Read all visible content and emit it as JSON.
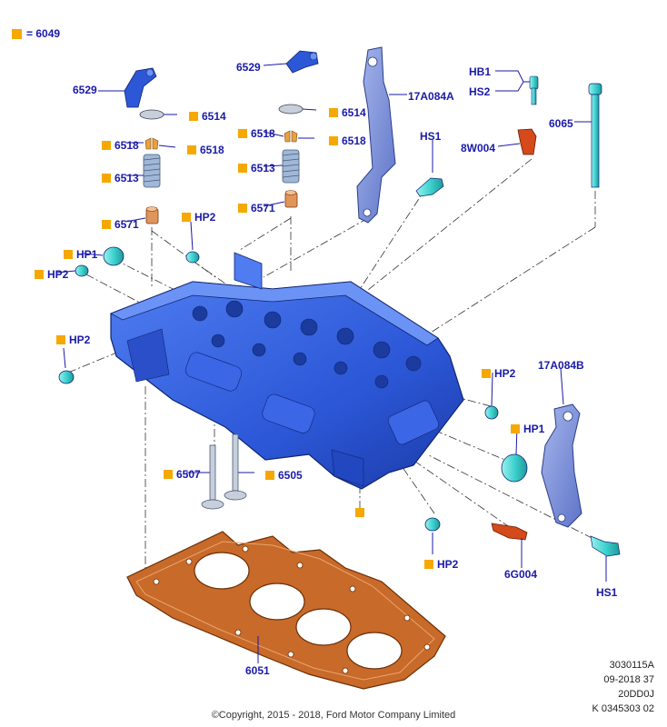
{
  "legend": {
    "marker_text": "= 6049"
  },
  "part_numbers": {
    "rocker_left": "6529",
    "rocker_right": "6529",
    "retainer_left": "6514",
    "retainer_right": "6514",
    "keeper_left_a": "6518",
    "keeper_left_b": "6518",
    "keeper_right_a": "6518",
    "keeper_right_b": "6518",
    "spring_left": "6513",
    "spring_right": "6513",
    "seal_left": "6571",
    "seal_right": "6571",
    "bracket_top": "17A084A",
    "bracket_bottom": "17A084B",
    "bolt_hb1": "HB1",
    "bolt_hs2": "HS2",
    "bolt_hs1_top": "HS1",
    "bolt_hs1_bottom": "HS1",
    "sensor_top": "8W004",
    "sensor_bottom": "6G004",
    "head_bolt": "6065",
    "plug_hp2_a": "HP2",
    "plug_hp1_a": "HP1",
    "plug_hp2_b": "HP2",
    "plug_hp2_c": "HP2",
    "plug_hp2_d": "HP2",
    "plug_hp1_b": "HP1",
    "plug_hp2_e": "HP2",
    "valve_intake": "6507",
    "valve_exhaust": "6505",
    "gasket": "6051"
  },
  "colors": {
    "label_blue": "#1a1aa8",
    "marker_orange": "#f5a800",
    "head_blue": "#2c58d8",
    "cyan_part": "#3fd3d0",
    "gasket_orange": "#c86a2a",
    "bracket_blue": "#7a90d8",
    "sensor_red": "#d44a1a",
    "spring_blue": "#9fb8d8",
    "seal_copper": "#e0955a"
  },
  "icons": {
    "marker": "orange-square-icon"
  },
  "footer": {
    "ref_line1": "3030115A",
    "ref_line2": "09-2018 37",
    "ref_line3": "20DD0J",
    "ref_line4": "K 0345303 02",
    "copyright": "©Copyright, 2015 - 2018, Ford Motor Company Limited"
  }
}
